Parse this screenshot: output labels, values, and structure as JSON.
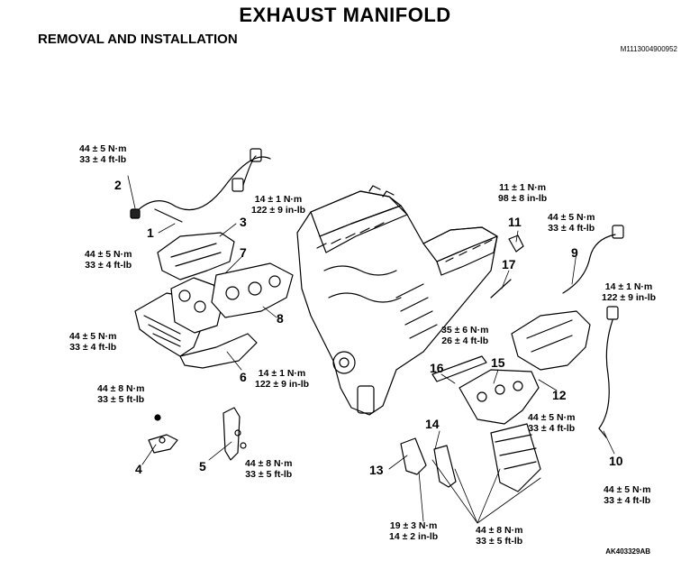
{
  "header": {
    "title": "EXHAUST MANIFOLD",
    "subtitle": "REMOVAL AND INSTALLATION",
    "doc_id": "M1113004900952"
  },
  "figure_id": "AK403329AB",
  "torques": [
    {
      "line1": "44 ± 5 N·m",
      "line2": "33 ± 4 ft-lb"
    },
    {
      "line1": "14 ± 1 N·m",
      "line2": "122 ± 9 in-lb"
    },
    {
      "line1": "44 ± 5 N·m",
      "line2": "33 ± 4 ft-lb"
    },
    {
      "line1": "44 ± 5 N·m",
      "line2": "33 ± 4 ft-lb"
    },
    {
      "line1": "14 ± 1 N·m",
      "line2": "122 ± 9 in-lb"
    },
    {
      "line1": "44 ± 8 N·m",
      "line2": "33 ± 5 ft-lb"
    },
    {
      "line1": "44 ± 8 N·m",
      "line2": "33 ± 5 ft-lb"
    },
    {
      "line1": "11 ± 1 N·m",
      "line2": "98 ± 8 in-lb"
    },
    {
      "line1": "44 ± 5 N·m",
      "line2": "33 ± 4 ft-lb"
    },
    {
      "line1": "14 ± 1 N·m",
      "line2": "122 ± 9 in-lb"
    },
    {
      "line1": "35 ± 6 N·m",
      "line2": "26 ± 4 ft-lb"
    },
    {
      "line1": "44 ± 5 N·m",
      "line2": "33 ± 4 ft-lb"
    },
    {
      "line1": "44 ± 5 N·m",
      "line2": "33 ± 4 ft-lb"
    },
    {
      "line1": "19 ± 3 N·m",
      "line2": "14 ± 2 in-lb"
    },
    {
      "line1": "44 ± 8 N·m",
      "line2": "33 ± 5 ft-lb"
    }
  ],
  "callouts": [
    "1",
    "2",
    "3",
    "4",
    "5",
    "6",
    "7",
    "8",
    "9",
    "10",
    "11",
    "12",
    "13",
    "14",
    "15",
    "16",
    "17"
  ]
}
